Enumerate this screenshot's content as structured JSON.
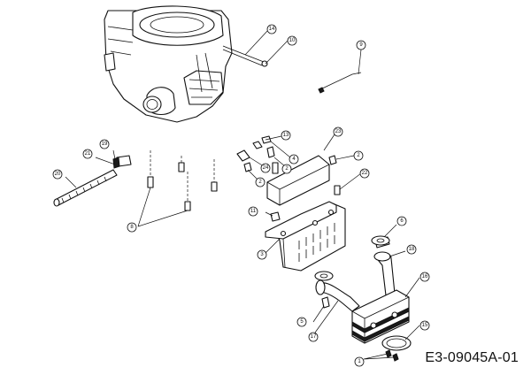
{
  "drawing": {
    "code": "E3-09045A-01",
    "callouts": [
      {
        "id": "c14",
        "label": "14"
      },
      {
        "id": "c10",
        "label": "10"
      },
      {
        "id": "c9",
        "label": "9"
      },
      {
        "id": "c13",
        "label": "13"
      },
      {
        "id": "c23",
        "label": "23"
      },
      {
        "id": "c4",
        "label": "4"
      },
      {
        "id": "c2a",
        "label": "2"
      },
      {
        "id": "c24",
        "label": "24"
      },
      {
        "id": "c2b",
        "label": "2"
      },
      {
        "id": "c2c",
        "label": "2"
      },
      {
        "id": "c22",
        "label": "22"
      },
      {
        "id": "c19",
        "label": "19"
      },
      {
        "id": "c21",
        "label": "21"
      },
      {
        "id": "c20",
        "label": "20"
      },
      {
        "id": "c11",
        "label": "11"
      },
      {
        "id": "c8",
        "label": "8"
      },
      {
        "id": "c3",
        "label": "3"
      },
      {
        "id": "c6",
        "label": "6"
      },
      {
        "id": "c18",
        "label": "18"
      },
      {
        "id": "c16",
        "label": "16"
      },
      {
        "id": "c5",
        "label": "5"
      },
      {
        "id": "c17",
        "label": "17"
      },
      {
        "id": "c15",
        "label": "15"
      },
      {
        "id": "c1",
        "label": "1"
      }
    ]
  }
}
